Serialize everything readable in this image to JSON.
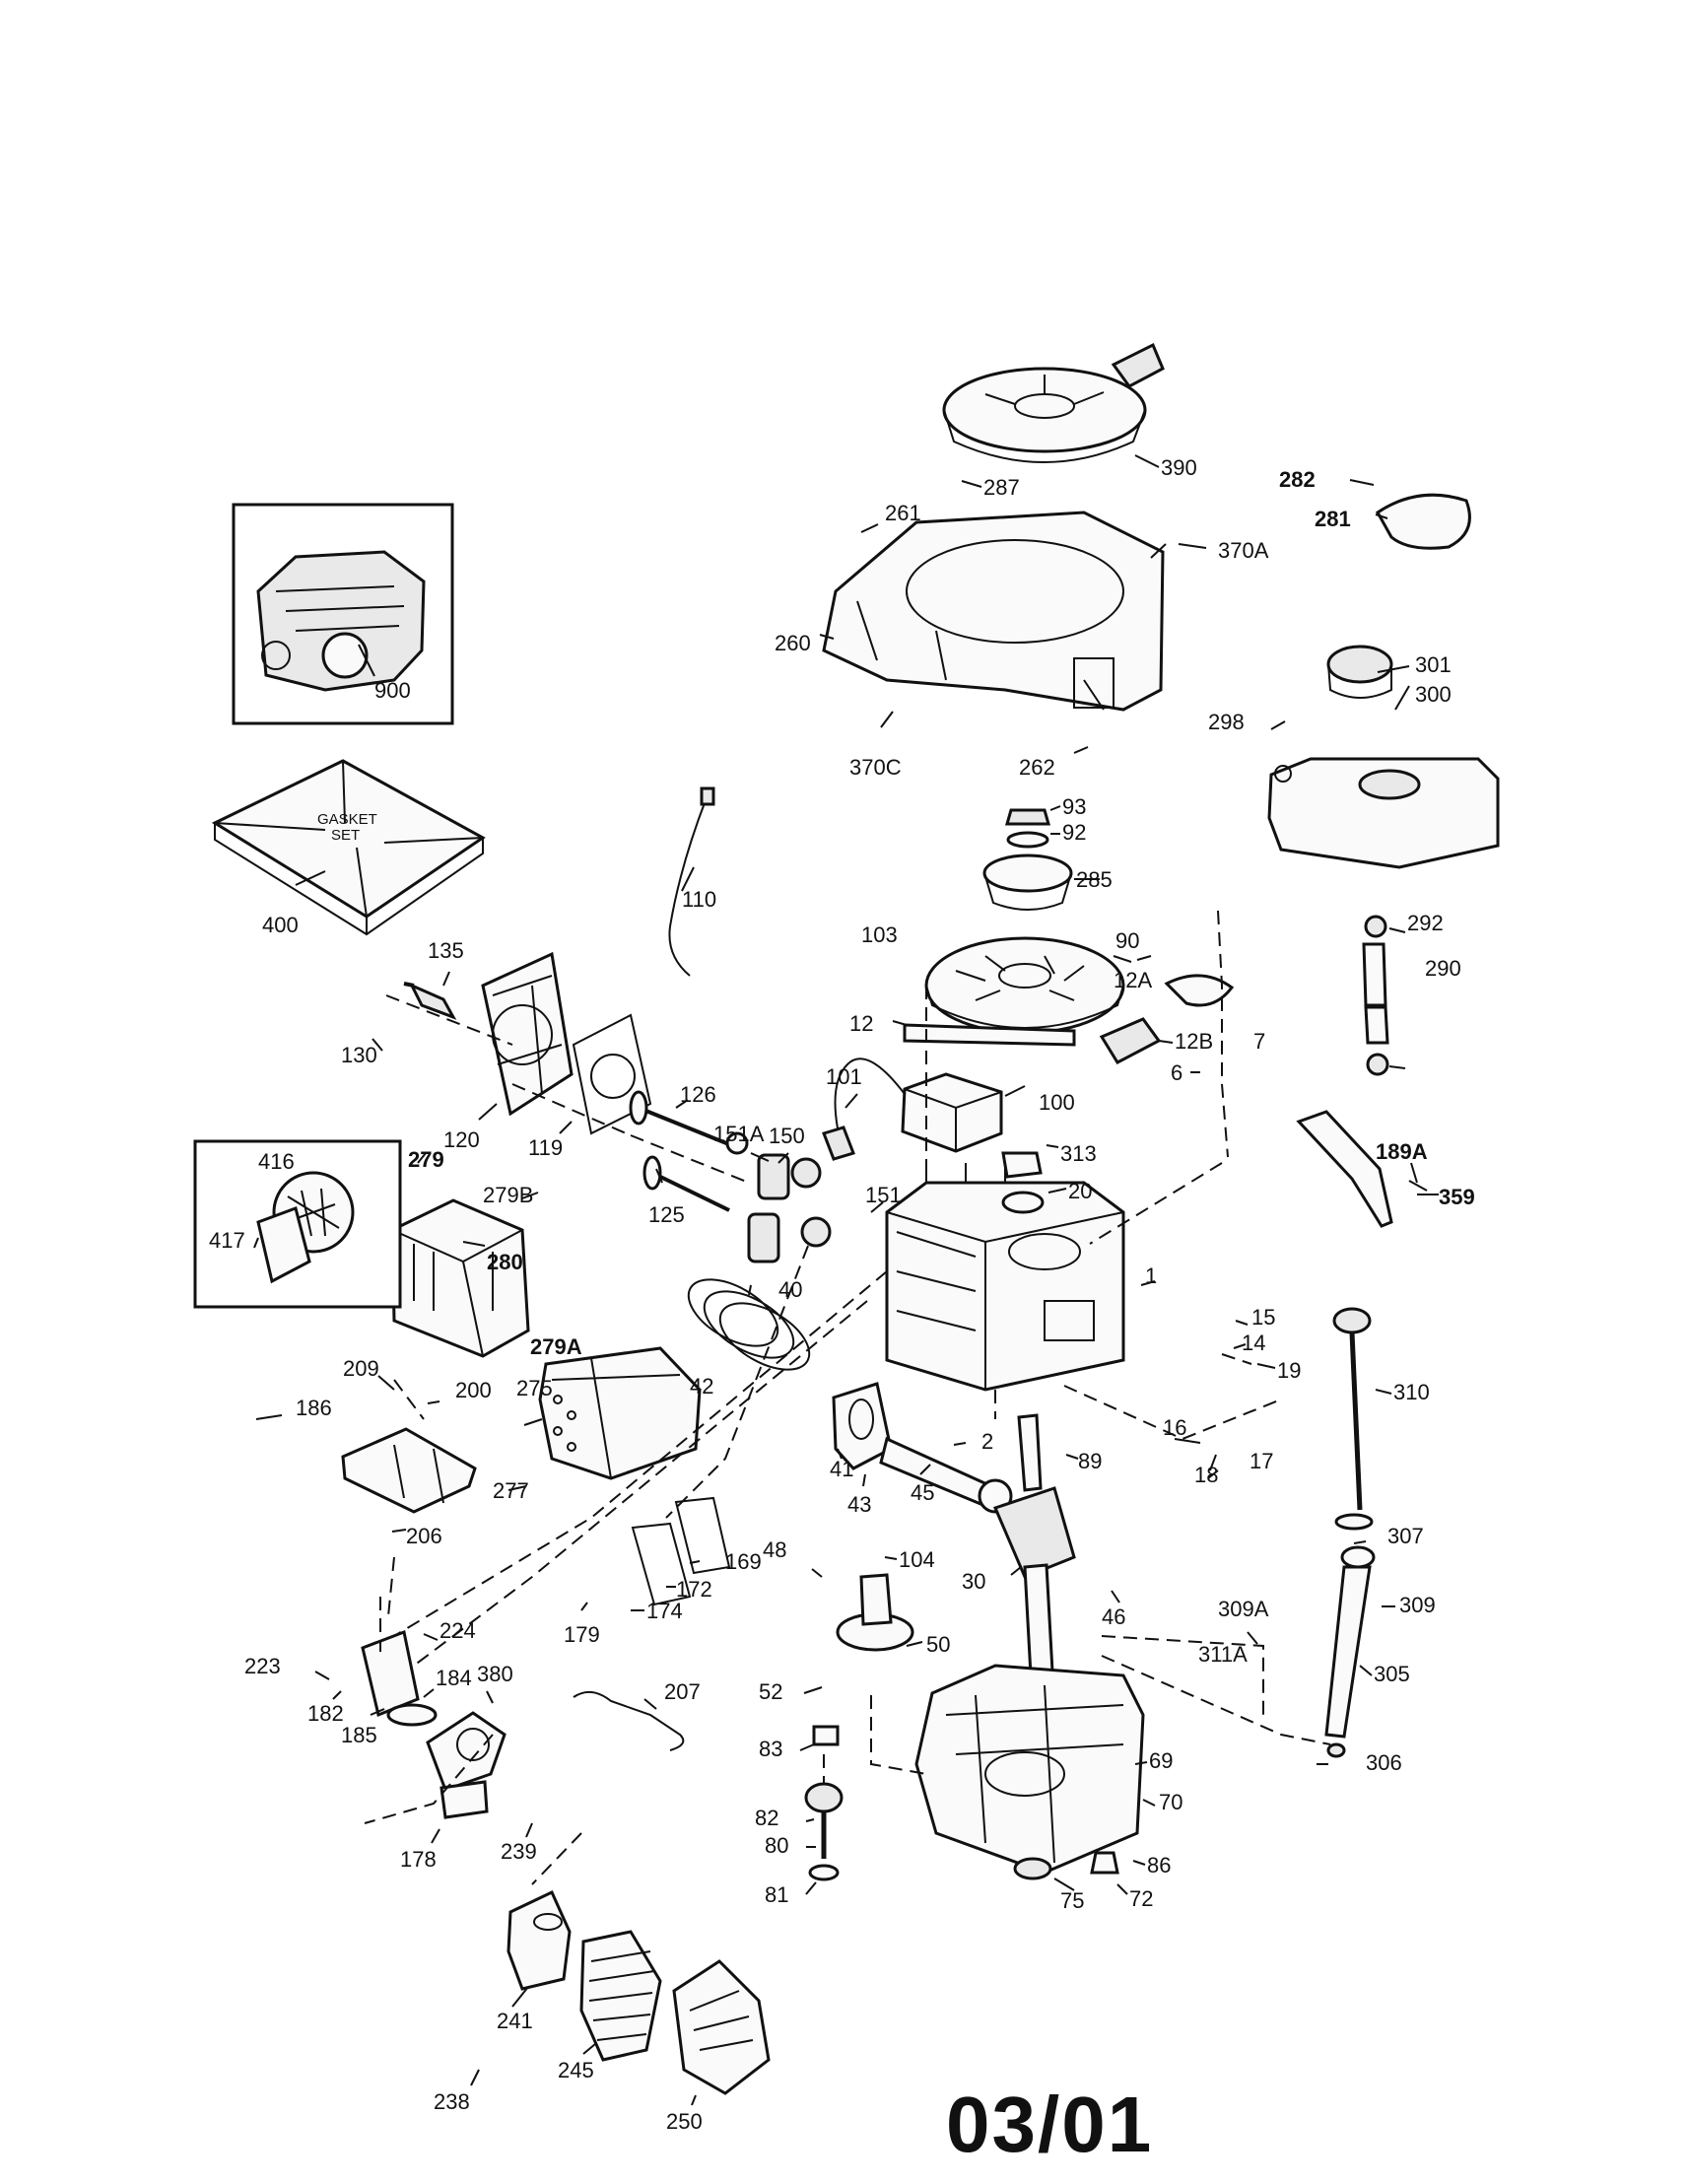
{
  "date_code": "03/01",
  "gasket_set_text": [
    "GASKET",
    "SET"
  ],
  "part_labels": [
    {
      "text": "390"
    },
    {
      "text": "287"
    },
    {
      "text": "282"
    },
    {
      "text": "281"
    },
    {
      "text": "261"
    },
    {
      "text": "370A"
    },
    {
      "text": "260"
    },
    {
      "text": "370C"
    },
    {
      "text": "262"
    },
    {
      "text": "301"
    },
    {
      "text": "300"
    },
    {
      "text": "298"
    },
    {
      "text": "900"
    },
    {
      "text": "400"
    },
    {
      "text": "110"
    },
    {
      "text": "93"
    },
    {
      "text": "92"
    },
    {
      "text": "285"
    },
    {
      "text": "103"
    },
    {
      "text": "90"
    },
    {
      "text": "12A"
    },
    {
      "text": "12B"
    },
    {
      "text": "12"
    },
    {
      "text": "6"
    },
    {
      "text": "7"
    },
    {
      "text": "292"
    },
    {
      "text": "290"
    },
    {
      "text": "135"
    },
    {
      "text": "130"
    },
    {
      "text": "120"
    },
    {
      "text": "119"
    },
    {
      "text": "126"
    },
    {
      "text": "151A"
    },
    {
      "text": "150"
    },
    {
      "text": "101"
    },
    {
      "text": "100"
    },
    {
      "text": "313"
    },
    {
      "text": "20"
    },
    {
      "text": "189A"
    },
    {
      "text": "359"
    },
    {
      "text": "416"
    },
    {
      "text": "417"
    },
    {
      "text": "279"
    },
    {
      "text": "279B"
    },
    {
      "text": "280"
    },
    {
      "text": "279A"
    },
    {
      "text": "125"
    },
    {
      "text": "151"
    },
    {
      "text": "40"
    },
    {
      "text": "42"
    },
    {
      "text": "1"
    },
    {
      "text": "15"
    },
    {
      "text": "14"
    },
    {
      "text": "19"
    },
    {
      "text": "310"
    },
    {
      "text": "209"
    },
    {
      "text": "200"
    },
    {
      "text": "186"
    },
    {
      "text": "275"
    },
    {
      "text": "2"
    },
    {
      "text": "16"
    },
    {
      "text": "17"
    },
    {
      "text": "18"
    },
    {
      "text": "89"
    },
    {
      "text": "41"
    },
    {
      "text": "43"
    },
    {
      "text": "45"
    },
    {
      "text": "277"
    },
    {
      "text": "206"
    },
    {
      "text": "104"
    },
    {
      "text": "48"
    },
    {
      "text": "169"
    },
    {
      "text": "172"
    },
    {
      "text": "174"
    },
    {
      "text": "179"
    },
    {
      "text": "30"
    },
    {
      "text": "46"
    },
    {
      "text": "307"
    },
    {
      "text": "309"
    },
    {
      "text": "309A"
    },
    {
      "text": "311A"
    },
    {
      "text": "305"
    },
    {
      "text": "224"
    },
    {
      "text": "223"
    },
    {
      "text": "182"
    },
    {
      "text": "185"
    },
    {
      "text": "184"
    },
    {
      "text": "380"
    },
    {
      "text": "207"
    },
    {
      "text": "50"
    },
    {
      "text": "52"
    },
    {
      "text": "83"
    },
    {
      "text": "69"
    },
    {
      "text": "70"
    },
    {
      "text": "306"
    },
    {
      "text": "82"
    },
    {
      "text": "80"
    },
    {
      "text": "81"
    },
    {
      "text": "86"
    },
    {
      "text": "75"
    },
    {
      "text": "72"
    },
    {
      "text": "178"
    },
    {
      "text": "239"
    },
    {
      "text": "241"
    },
    {
      "text": "245"
    },
    {
      "text": "238"
    },
    {
      "text": "250"
    }
  ]
}
